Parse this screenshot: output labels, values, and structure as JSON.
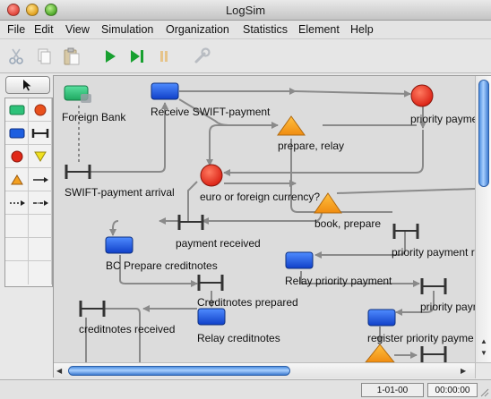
{
  "window": {
    "title": "LogSim"
  },
  "menu": [
    "File",
    "Edit",
    "View",
    "Simulation",
    "Organization",
    "Statistics",
    "Element",
    "Help"
  ],
  "toolbar": {
    "icons": [
      "scissors-icon",
      "copy-icon",
      "paste-icon",
      "play-icon",
      "step-icon",
      "pause-icon",
      "wrench-icon"
    ]
  },
  "palette": {
    "pointer_icon": "arrow-cursor-icon",
    "tools": [
      "green-task",
      "red-event",
      "blue-task",
      "queue-bar",
      "red-event-circle",
      "yellow-gateway",
      "orange-gateway",
      "arrow-connector",
      "dashed-connector",
      "dash-dot-connector"
    ]
  },
  "diagram": {
    "labels": {
      "foreign_bank": "Foreign Bank",
      "receive_swift": "Receive SWIFT-payment",
      "priority_payment_top": "priority payme",
      "prepare_relay": "prepare, relay",
      "swift_arrival": "SWIFT-payment arrival",
      "euro_foreign": "euro or foreign currency?",
      "book_prepare": "book, prepare",
      "payment_received": "payment received",
      "priority_payment_r": "priority payment r",
      "bc_prepare": "BC Prepare creditnotes",
      "relay_priority": "Relay priority payment",
      "creditnotes_prepared": "Creditnotes prepared",
      "priority_payn": "priority payn",
      "creditnotes_received": "creditnotes received",
      "relay_creditnotes": "Relay creditnotes",
      "register_priority": "register priority payme"
    },
    "colors": {
      "green_node": "#2ec27a",
      "blue_node": "#1e5fe0",
      "red_node": "#e02818",
      "orange_node": "#f4a020",
      "connector": "#8a8a8a"
    }
  },
  "status": {
    "date": "1-01-00",
    "time": "00:00:00"
  }
}
